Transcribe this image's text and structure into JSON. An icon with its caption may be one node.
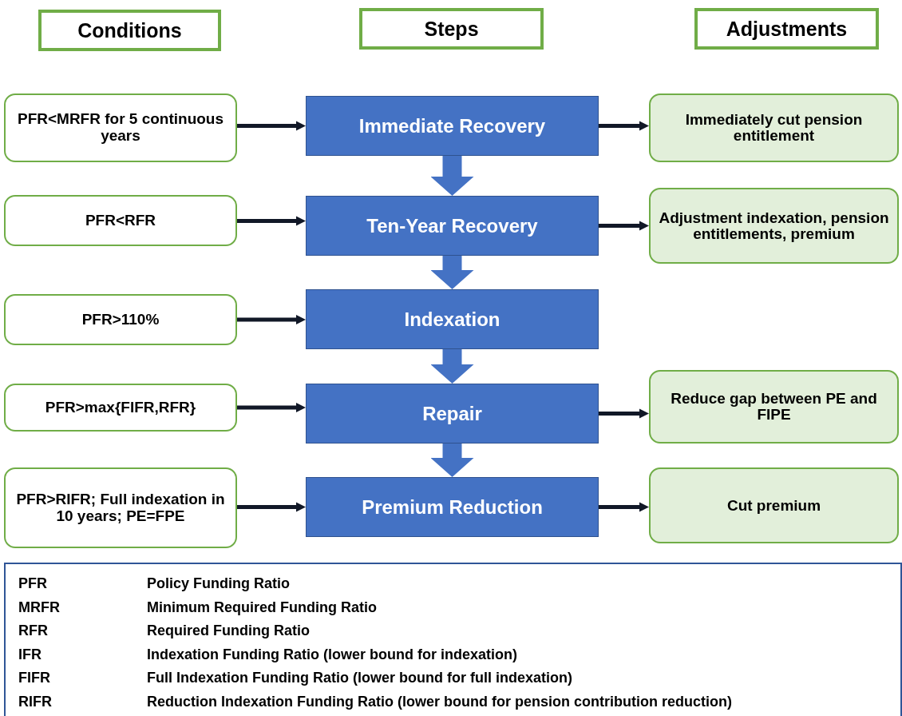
{
  "diagram": {
    "nodes": [
      {
        "text": [
          "Conditions"
        ]
      },
      {
        "text": [
          "Steps"
        ]
      },
      {
        "text": [
          "Adjustments"
        ]
      },
      {
        "text": [
          "PFR<MRFR for 5 continuous years"
        ]
      },
      {
        "text": [
          "Immediate Recovery"
        ]
      },
      {
        "text": [
          "Immediately cut pension entitlement"
        ]
      },
      {
        "text": [
          "PFR<RFR"
        ]
      },
      {
        "text": [
          "Ten-Year Recovery"
        ]
      },
      {
        "text": [
          "Adjustment indexation, pension entitlements, premium"
        ]
      },
      {
        "text": [
          "PFR>110%"
        ]
      },
      {
        "text": [
          "Indexation"
        ]
      },
      {
        "text": [
          "PFR>max{FIFR,RFR}"
        ]
      },
      {
        "text": [
          "Repair"
        ]
      },
      {
        "text": [
          "Reduce gap between PE and FIPE"
        ]
      },
      {
        "text": [
          "PFR>RIFR; Full indexation in 10 years; PE=FPE"
        ]
      },
      {
        "text": [
          "Premium Reduction"
        ]
      },
      {
        "text": [
          "Cut premium"
        ]
      }
    ],
    "edges": [
      {
        "from": 3,
        "to": 4,
        "arrow": "to"
      },
      {
        "from": 4,
        "to": 5,
        "arrow": "to"
      },
      {
        "from": 4,
        "to": 7,
        "arrow": "to",
        "style": "thick",
        "color": "#4472c4"
      },
      {
        "from": 6,
        "to": 7,
        "arrow": "to"
      },
      {
        "from": 7,
        "to": 8,
        "arrow": "to"
      },
      {
        "from": 7,
        "to": 10,
        "arrow": "to",
        "style": "thick",
        "color": "#4472c4"
      },
      {
        "from": 9,
        "to": 10,
        "arrow": "to"
      },
      {
        "from": 10,
        "to": 12,
        "arrow": "to",
        "style": "thick",
        "color": "#4472c4"
      },
      {
        "from": 11,
        "to": 12,
        "arrow": "to"
      },
      {
        "from": 12,
        "to": 13,
        "arrow": "to"
      },
      {
        "from": 12,
        "to": 15,
        "arrow": "to",
        "style": "thick",
        "color": "#4472c4"
      },
      {
        "from": 14,
        "to": 15,
        "arrow": "to"
      },
      {
        "from": 15,
        "to": 16,
        "arrow": "to"
      }
    ],
    "labels": [
      "PFR",
      "Policy Funding Ratio",
      "MRFR",
      "Minimum Required Funding Ratio",
      "RFR",
      "Required Funding Ratio",
      "IFR",
      "Indexation Funding Ratio  (lower bound for indexation)",
      "FIFR",
      "Full Indexation Funding Ratio  (lower bound for full indexation)",
      "RIFR",
      "Reduction Indexation Funding Ratio  (lower bound for pension contribution reduction)"
    ]
  }
}
